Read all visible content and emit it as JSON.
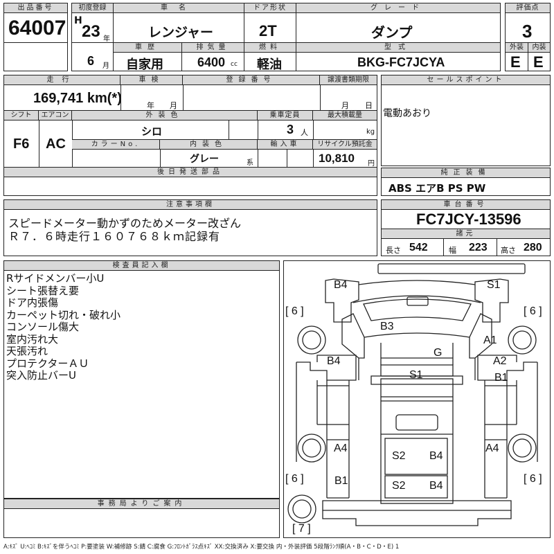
{
  "header": {
    "lot_no_label": "出品番号",
    "lot_no": "64007",
    "first_reg_label": "初度登録",
    "era": "H",
    "year": "23",
    "year_unit": "年",
    "month": "6",
    "month_unit": "月",
    "car_name_label": "車名",
    "car_name": "レンジャー",
    "door_label": "ドア形状",
    "door": "2T",
    "grade_label": "グレード",
    "grade": "ダンプ",
    "score_label": "評価点",
    "score": "3",
    "history_label": "車歴",
    "history": "自家用",
    "displacement_label": "排気量",
    "displacement": "6400",
    "displacement_unit": "cc",
    "fuel_label": "燃料",
    "fuel": "軽油",
    "model_code_label": "型式",
    "model_code": "BKG-FC7JCYA",
    "exterior_label": "外装",
    "exterior": "E",
    "interior_label": "内装",
    "interior": "E"
  },
  "details": {
    "mileage_label": "走行",
    "mileage": "169,741 km(*)",
    "inspection_label": "車検",
    "insp_year_unit": "年",
    "insp_month_unit": "月",
    "reg_no_label": "登録番号",
    "transfer_label": "譲渡書類期限",
    "transfer_month_unit": "月",
    "transfer_day_unit": "日",
    "shift_label": "シフト",
    "shift": "F6",
    "ac_label": "エアコン",
    "ac": "AC",
    "ext_color_label": "外装色",
    "ext_color": "シロ",
    "capacity_label": "乗車定員",
    "capacity": "3",
    "capacity_unit": "人",
    "max_load_label": "最大積載量",
    "max_load_unit": "kg",
    "color_no_label": "カラーNo.",
    "int_color_label": "内装色",
    "int_color": "グレー",
    "int_color_suffix": "系",
    "import_label": "輸入車",
    "recycle_label": "リサイクル預託金",
    "recycle": "10,810",
    "recycle_unit": "円",
    "later_parts_label": "後日発送部品",
    "sales_point_label": "セールスポイント",
    "sales_point": "電動あおり",
    "equipment_label": "純正装備",
    "equipment": "ABS エアB PS PW"
  },
  "notes": {
    "label": "注意事項欄",
    "line1": "スピードメーター動かずのためメーター改ざん",
    "line2": "Ｒ７．６時走行１６０７６８ｋｍ記録有"
  },
  "chassis": {
    "label": "車台番号",
    "number": "FC7JCY-13596",
    "dims_label": "諸元",
    "length_label": "長さ",
    "length": "542",
    "width_label": "幅",
    "width": "223",
    "height_label": "高さ",
    "height": "280"
  },
  "inspector": {
    "label": "検査員記入欄",
    "lines": [
      "Rサイドメンバー小U",
      "シート張替え要",
      "ドア内張傷",
      "カーペット切れ・破れ小",
      "コンソール傷大",
      "室内汚れ大",
      "天張汚れ",
      "プロテクターＡＵ",
      "突入防止バーU"
    ]
  },
  "office": {
    "label": "事務局よりご案内"
  },
  "diagram": {
    "marks": {
      "b4_top": "B4",
      "s1_top": "S1",
      "b3": "B3",
      "a1": "A1",
      "g": "G",
      "b4_left": "B4",
      "s1_mid": "S1",
      "a2": "A2",
      "b1_right": "B1",
      "a4_left": "A4",
      "s2_mid": "S2",
      "b4_mid": "B4",
      "a4_right": "A4",
      "b1_left": "B1",
      "s2_low": "S2",
      "b4_low": "B4"
    },
    "tire_labels": {
      "front_left": "[ 6 ]",
      "front_right": "[ 6 ]",
      "rear_left": "[ 6 ]",
      "rear_right": "[ 6 ]",
      "spare": "[ 7 ]"
    }
  },
  "legend": "A:ｷｽﾞ U:ﾍｺﾐ B:ｷｽﾞを伴うﾍｺﾐ P:要塗装 W:補修跡 S:錆 C:腐食 G:ﾌﾛﾝﾄｶﾞﾗｽ点ｷｽﾞ XX:交換済み X:要交換 内・外装評価 5段階ﾗﾝｸ順(A・B・C・D・E) 1"
}
